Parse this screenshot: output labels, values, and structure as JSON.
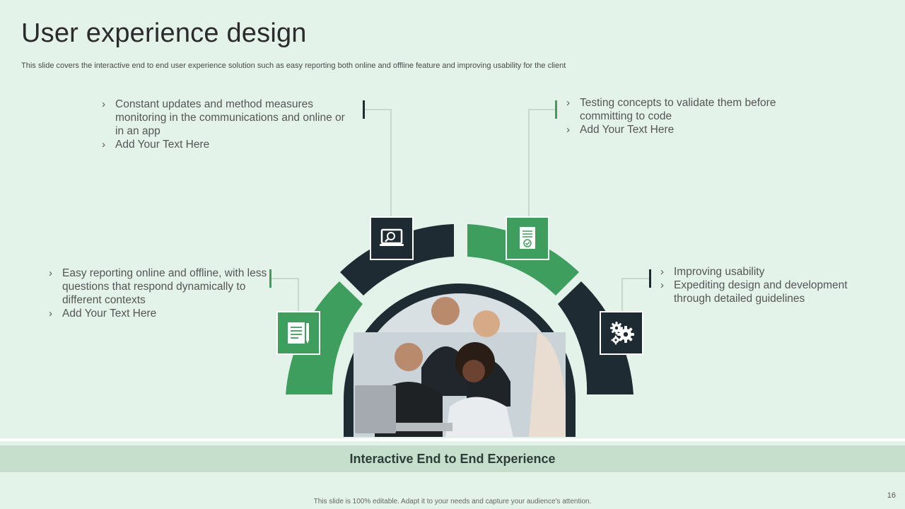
{
  "slide": {
    "title": "User experience design",
    "subtitle": "This slide covers the interactive end to end user experience solution such as easy reporting both online and offline feature and improving usability for the client"
  },
  "blocks": {
    "top_left": [
      "Constant updates and method measures monitoring in the communications and online or in an app",
      "Add Your Text Here"
    ],
    "top_right": [
      "Testing concepts to validate them before committing to code",
      "Add Your Text Here"
    ],
    "left": [
      "Easy reporting online and offline, with less questions that respond dynamically to different contexts",
      "Add Your Text Here"
    ],
    "right": [
      "Improving usability",
      "Expediting design and development through detailed guidelines"
    ]
  },
  "icons": {
    "top_left": "monitor-search-icon",
    "top_right": "checklist-document-icon",
    "left": "document-pencil-icon",
    "right": "gears-icon"
  },
  "colors": {
    "background": "#e4f3e9",
    "green": "#3d9e5d",
    "dark": "#1f2b33",
    "band": "#c5dfcc"
  },
  "band_label": "Interactive End to End Experience",
  "footer": "This slide is 100% editable. Adapt it to your needs and capture your audience's attention.",
  "page_number": "16"
}
